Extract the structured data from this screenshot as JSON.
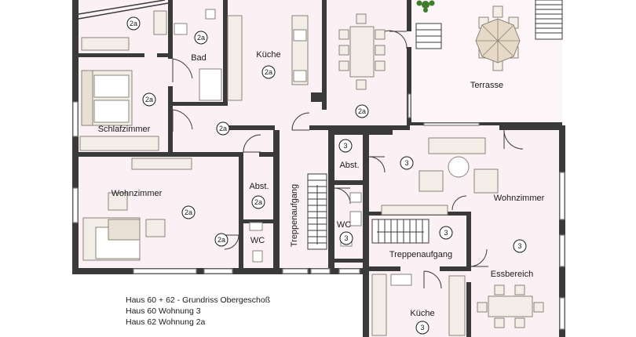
{
  "rooms": {
    "schlafzimmer": "Schlafzimmer",
    "bad": "Bad",
    "kueche_oben": "Küche",
    "terrasse": "Terrasse",
    "wohnzimmer_links": "Wohnzimmer",
    "abst_links": "Abst.",
    "wc_links": "WC",
    "treppenaufgang_links": "Treppenaufgang",
    "abst_rechts": "Abst.",
    "wc_rechts": "WC",
    "treppenaufgang_rechts": "Treppenaufgang",
    "wohnzimmer_rechts": "Wohnzimmer",
    "essbereich": "Essbereich",
    "kueche_unten": "Küche"
  },
  "units": {
    "w2a": "2a",
    "w3": "3"
  },
  "caption": {
    "line1": "Haus 60 + 62 - Grundriss Obergeschoß",
    "line2": "Haus 60 Wohnung 3",
    "line3": "Haus 62 Wohnung 2a"
  },
  "colors": {
    "wall": "#3a3a3a",
    "floor": "#fbf1f4",
    "furniture_fill": "#f2ede6",
    "furniture_stroke": "#8a8378",
    "window": "#7d7d7d",
    "plant": "#3f7d2a"
  }
}
